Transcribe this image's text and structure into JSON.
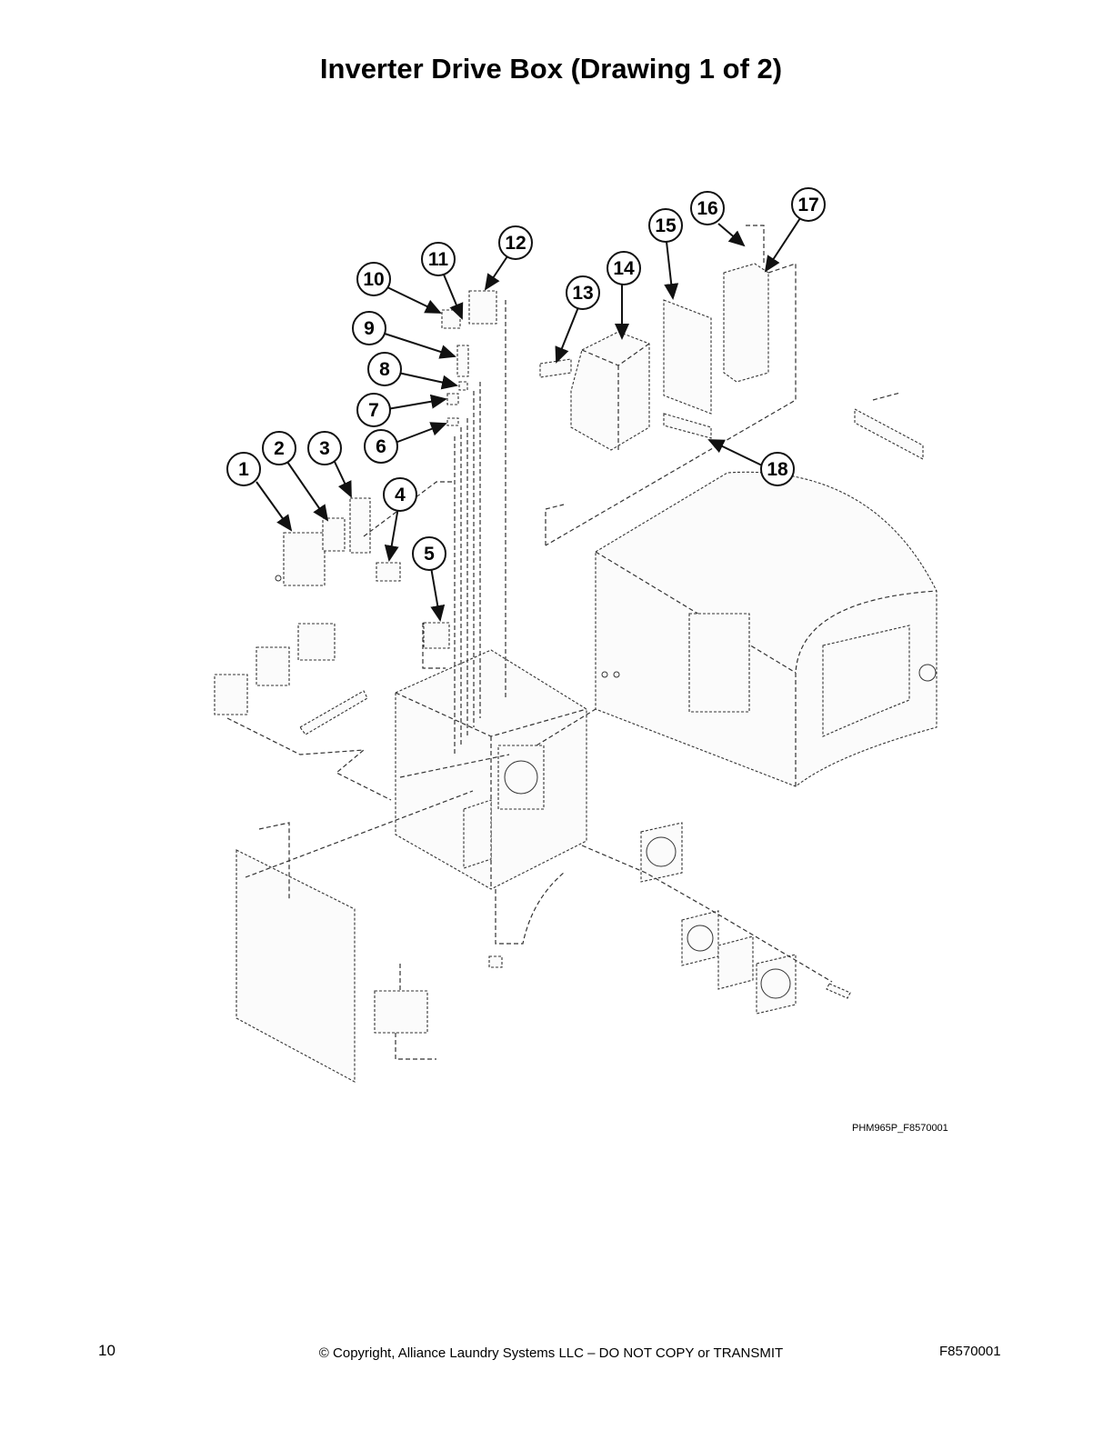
{
  "page": {
    "title": "Inverter Drive Box (Drawing 1 of 2)",
    "drawing_code": "PHM965P_F8570001",
    "page_number": "10",
    "copyright": "© Copyright, Alliance Laundry Systems LLC – DO NOT COPY or TRANSMIT",
    "doc_code": "F8570001"
  },
  "callouts": [
    "1",
    "2",
    "3",
    "4",
    "5",
    "6",
    "7",
    "8",
    "9",
    "10",
    "11",
    "12",
    "13",
    "14",
    "15",
    "16",
    "17",
    "18"
  ]
}
